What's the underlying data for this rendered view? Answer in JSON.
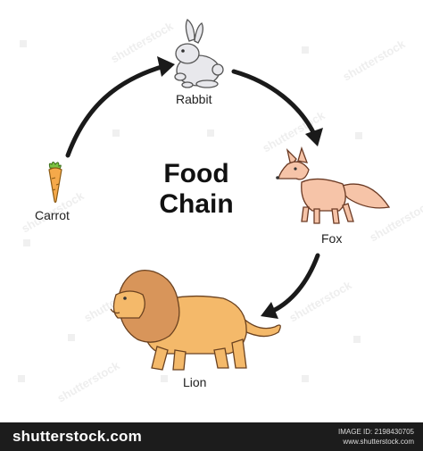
{
  "diagram": {
    "title_line1": "Food",
    "title_line2": "Chain",
    "nodes": [
      {
        "id": "carrot",
        "label": "Carrot",
        "icon": "carrot-icon"
      },
      {
        "id": "rabbit",
        "label": "Rabbit",
        "icon": "rabbit-icon"
      },
      {
        "id": "fox",
        "label": "Fox",
        "icon": "fox-icon"
      },
      {
        "id": "lion",
        "label": "Lion",
        "icon": "lion-icon"
      }
    ],
    "edges": [
      {
        "from": "carrot",
        "to": "rabbit"
      },
      {
        "from": "rabbit",
        "to": "fox"
      },
      {
        "from": "fox",
        "to": "lion"
      }
    ]
  },
  "colors": {
    "arrow": "#1a1a1a",
    "carrot": "#f5a94a",
    "carrot_leaf": "#7cc242",
    "rabbit": "#e8e8ec",
    "fox": "#f6c4a8",
    "lion_body": "#f4b96a",
    "lion_mane": "#d8955a",
    "footer_bg": "#1c1c1c"
  },
  "footer": {
    "brand": "shutterstock",
    "brand_suffix": ".com",
    "image_id": "IMAGE ID: 2198430705",
    "site": "www.shutterstock.com"
  }
}
